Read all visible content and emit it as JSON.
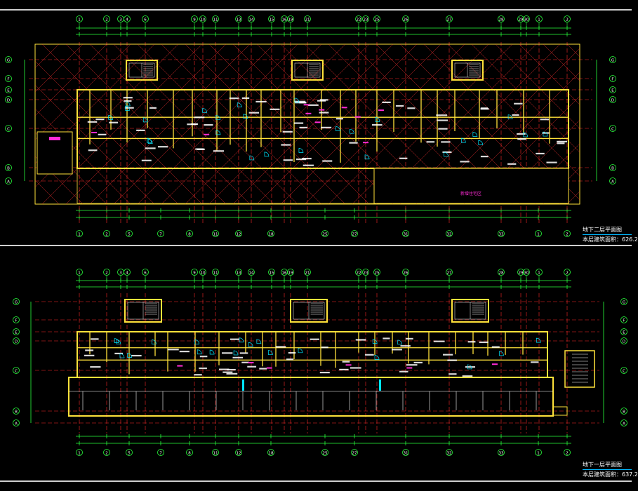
{
  "plans": [
    {
      "title": "地下二层平面图",
      "area_text": "本层建筑面积：626.2",
      "axis_top": [
        "1",
        "2",
        "3",
        "4",
        "6",
        "9",
        "10",
        "11",
        "13",
        "14",
        "15",
        "16",
        "19",
        "21",
        "22",
        "23",
        "25",
        "26",
        "27",
        "28",
        "29",
        "30"
      ],
      "axis_bottom": [
        "1",
        "2",
        "5",
        "7",
        "8",
        "11",
        "12",
        "18",
        "25",
        "27",
        "31",
        "32",
        "33"
      ],
      "axis_side": [
        "G",
        "F",
        "E",
        "D",
        "C",
        "B",
        "A"
      ],
      "fill_label": "新增住宅区"
    },
    {
      "title": "地下一层平面图",
      "area_text": "本层建筑面积：637.2",
      "axis_top": [
        "1",
        "2",
        "3",
        "4",
        "6",
        "9",
        "10",
        "11",
        "13",
        "14",
        "15",
        "16",
        "19",
        "21",
        "22",
        "23",
        "25",
        "26",
        "27",
        "28",
        "29",
        "30"
      ],
      "axis_bottom": [
        "1",
        "2",
        "5",
        "7",
        "8",
        "11",
        "12",
        "18",
        "25",
        "27",
        "31",
        "32",
        "33"
      ],
      "axis_side": [
        "G",
        "F",
        "E",
        "D",
        "C",
        "B",
        "A"
      ]
    }
  ],
  "colors": {
    "background": "#000000",
    "wall": "#ffe23a",
    "axis_line": "#ff2a2a",
    "axis_bubble": "#28ff3c",
    "dimension": "#28ff3c",
    "door": "#00e5ff",
    "hatch": "#ff3333",
    "text": "#ffffff",
    "magenta": "#ff2bd6"
  }
}
